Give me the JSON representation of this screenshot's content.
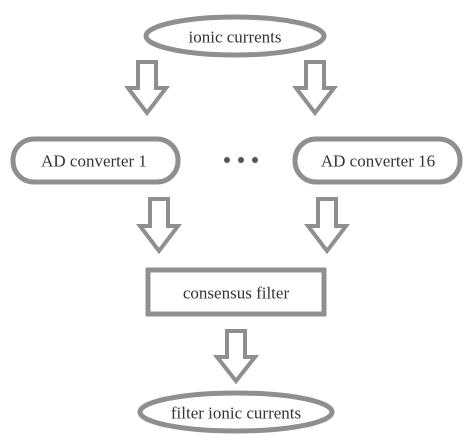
{
  "diagram": {
    "nodes": {
      "input": {
        "label": "ionic currents",
        "shape": "ellipse"
      },
      "adc_first": {
        "label": "AD converter 1",
        "shape": "rounded-rect"
      },
      "adc_last": {
        "label": "AD converter 16",
        "shape": "rounded-rect"
      },
      "filter": {
        "label": "consensus filter",
        "shape": "rect"
      },
      "output": {
        "label": "filter ionic currents",
        "shape": "ellipse"
      }
    },
    "ellipsis": "• • •",
    "edges": [
      {
        "from": "input",
        "to": "adc_first"
      },
      {
        "from": "input",
        "to": "adc_last"
      },
      {
        "from": "adc_first",
        "to": "filter"
      },
      {
        "from": "adc_last",
        "to": "filter"
      },
      {
        "from": "filter",
        "to": "output"
      }
    ],
    "colors": {
      "stroke": "#8f8f8f",
      "text": "#333333",
      "background": "#ffffff"
    }
  }
}
